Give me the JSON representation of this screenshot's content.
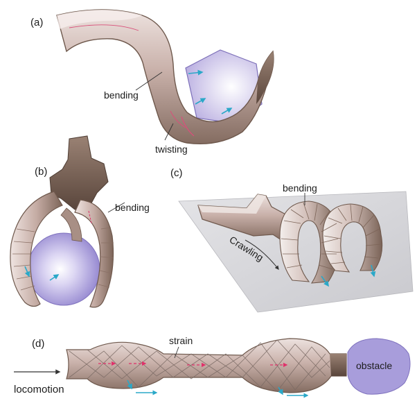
{
  "panels": {
    "a": {
      "tag": "(a)",
      "labels": {
        "bending": "bending",
        "twisting": "twisting"
      }
    },
    "b": {
      "tag": "(b)",
      "labels": {
        "bending": "bending"
      }
    },
    "c": {
      "tag": "(c)",
      "labels": {
        "bending": "bending",
        "crawling": "Crawling"
      }
    },
    "d": {
      "tag": "(d)",
      "labels": {
        "strain": "strain",
        "locomotion": "locomotion",
        "obstacle": "obstacle"
      }
    }
  },
  "colors": {
    "actuator_body": "#b89e96",
    "actuator_dark": "#6e584c",
    "object_purple": "#a69ad6",
    "strain_arrow": "#e0306a",
    "flow_arrow": "#2aa8c8",
    "surface_gray": "#cfcfd3"
  }
}
